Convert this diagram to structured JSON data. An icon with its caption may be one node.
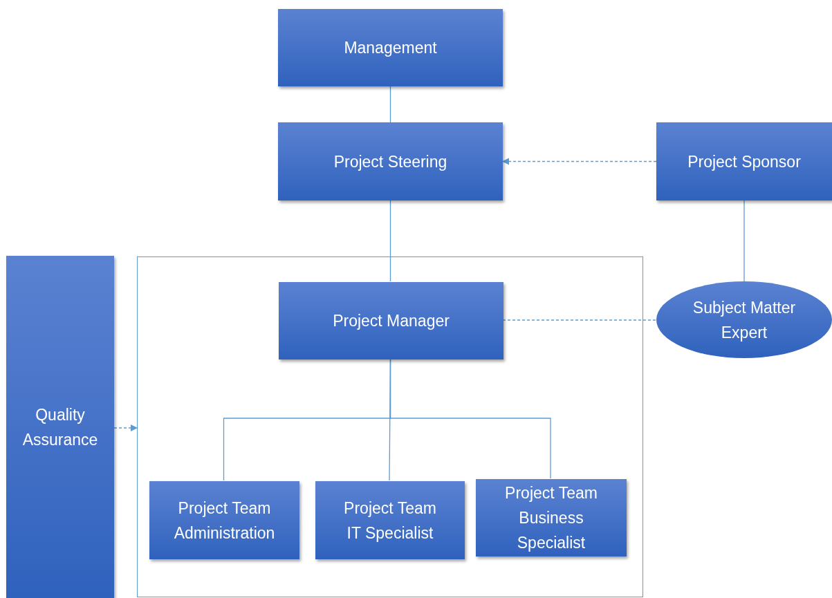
{
  "diagram": {
    "nodes": [
      {
        "text": [
          "Management"
        ]
      },
      {
        "text": [
          "Project Steering"
        ]
      },
      {
        "text": [
          "Project Sponsor"
        ]
      },
      {
        "text": [
          "Quality Assurance"
        ]
      },
      {
        "text": [],
        "shape": "box"
      },
      {
        "text": [
          "Project Manager"
        ],
        "in": 4
      },
      {
        "text": [
          "Project Team Administration"
        ],
        "in": 4
      },
      {
        "text": [
          "Project Team IT Specialist"
        ],
        "in": 4
      },
      {
        "text": [
          "Project Team Business Specialist"
        ],
        "in": 4
      },
      {
        "text": [
          "Subject Matter Expert"
        ]
      }
    ],
    "edges": [
      {
        "from": 0,
        "to": 1,
        "arrow": "none"
      },
      {
        "from": 2,
        "to": 1,
        "arrow": "to",
        "style": "dashed"
      },
      {
        "from": 1,
        "to": 5,
        "arrow": "none"
      },
      {
        "from": 2,
        "to": 9,
        "arrow": "none"
      },
      {
        "from": 5,
        "to": 9,
        "arrow": "none",
        "style": "dashed"
      },
      {
        "from": 3,
        "to": 4,
        "arrow": "to",
        "style": "dashed"
      },
      {
        "from": 5,
        "to": 6,
        "arrow": "none"
      },
      {
        "from": 5,
        "to": 7,
        "arrow": "none"
      },
      {
        "from": 5,
        "to": 8,
        "arrow": "none"
      }
    ]
  }
}
